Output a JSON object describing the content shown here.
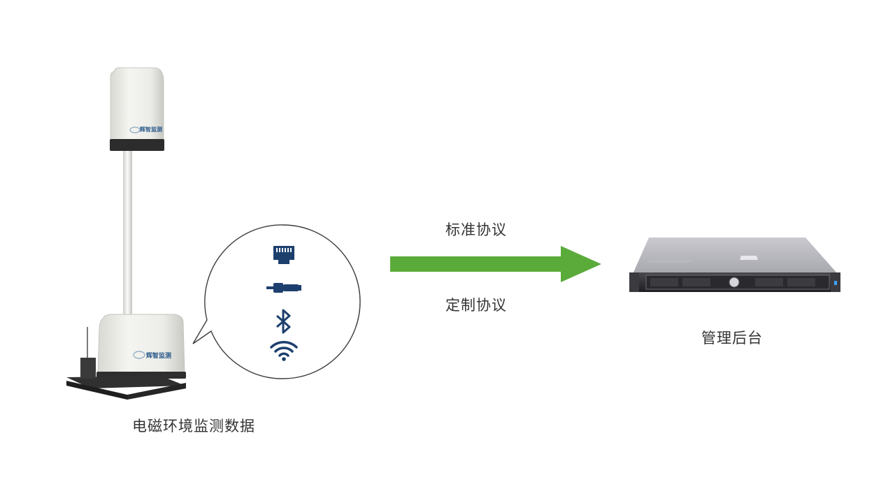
{
  "labels": {
    "device": "电磁环境监测数据",
    "top_protocol": "标准协议",
    "bottom_protocol": "定制协议",
    "server": "管理后台"
  },
  "device_logo": {
    "top_unit": "辉智监测",
    "base_unit": "辉智监测"
  },
  "colors": {
    "arrow": "#5aab3a",
    "icon": "#1d3f6e",
    "bubble_stroke": "#3c3c3c",
    "text": "#333333"
  },
  "icons": [
    "ethernet-port-icon",
    "usb-plug-icon",
    "bluetooth-icon",
    "wifi-icon"
  ]
}
